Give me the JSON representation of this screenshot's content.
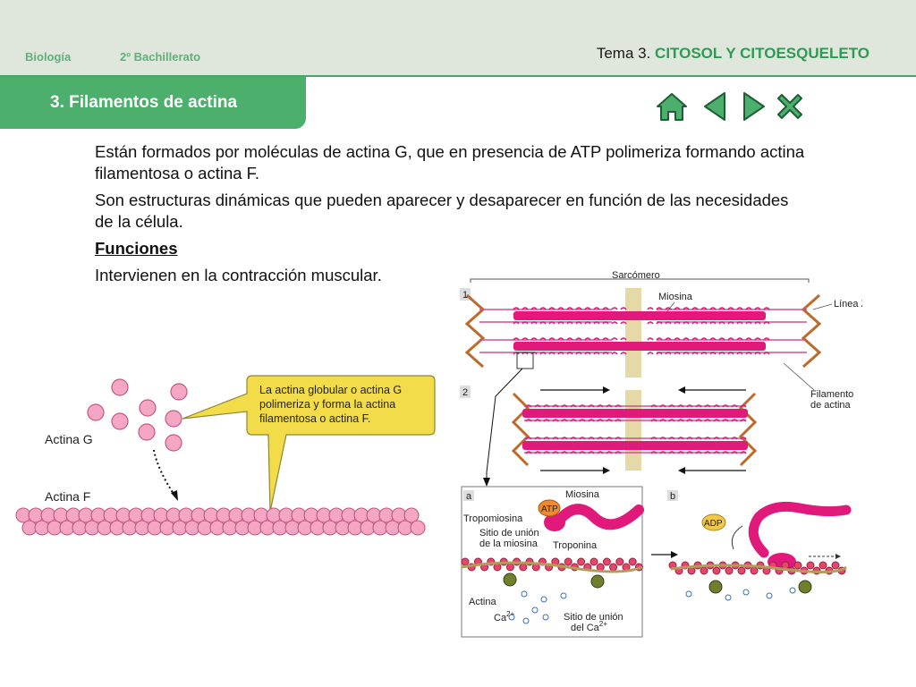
{
  "header": {
    "subject": "Biología",
    "course": "2º Bachillerato",
    "topic_prefix": "Tema 3.",
    "topic_title": "CITOSOL Y CITOESQUELETO"
  },
  "section": {
    "title": "3. Filamentos de actina"
  },
  "nav": {
    "icons": [
      "home-icon",
      "previous-icon",
      "next-icon",
      "close-icon"
    ]
  },
  "content": {
    "p1": "Están formados por moléculas de actina G, que en presencia de ATP polimeriza formando actina filamentosa o actina F.",
    "p2": "Son estructuras dinámicas que pueden aparecer y desaparecer en función de las necesidades de la célula.",
    "functions_heading": "Funciones",
    "p3": "Intervienen en la contracción muscular."
  },
  "figure_actin": {
    "label_g": "Actina G",
    "label_f": "Actina F",
    "callout_line1": "La actina globular o actina G",
    "callout_line2": "polimeriza y forma la actina",
    "callout_line3": "filamentosa o actina F."
  },
  "figure_sarcomere": {
    "title": "Sarcómero",
    "num1": "1",
    "num2": "2",
    "miosina": "Miosina",
    "linea_z": "Línea Z",
    "filamento_1": "Filamento",
    "filamento_2": "de actina",
    "panel_a": "a",
    "panel_b": "b",
    "atp": "ATP",
    "adp": "ADP",
    "miosina_a": "Miosina",
    "tropomiosina": "Tropomiosina",
    "sitio_miosina_1": "Sitio de unión",
    "sitio_miosina_2": "de la miosina",
    "troponina": "Troponina",
    "actina": "Actina",
    "ca": "Ca",
    "ca_sup": "2+",
    "sitio_ca_1": "Sitio de unión",
    "sitio_ca_2": "del Ca",
    "sitio_ca_sup": "2+"
  },
  "colors": {
    "green": "#4caf6b",
    "pink": "#e0197a",
    "bead": "#f4a6c4",
    "callout": "#f3dc4a"
  }
}
